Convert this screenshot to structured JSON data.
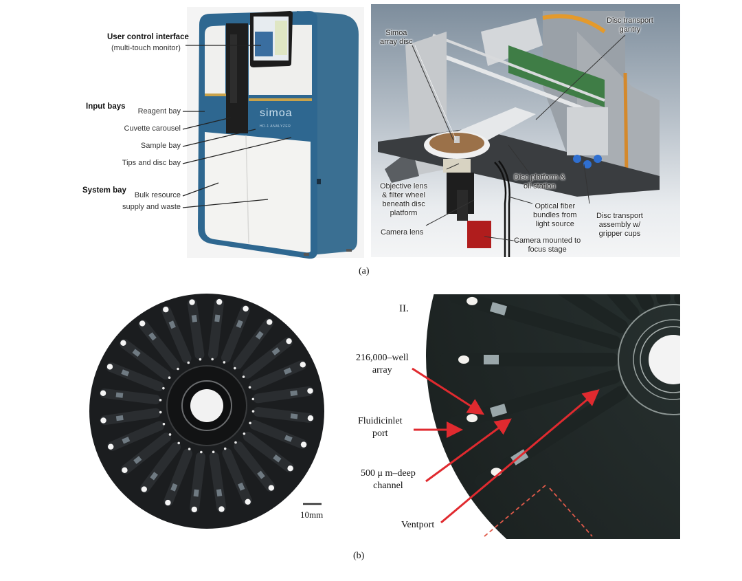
{
  "panel_a": {
    "caption": "(a)",
    "instrument": {
      "brand_logo": "simoa",
      "brand_subtitle": "HD-1 ANALYZER",
      "groups": {
        "input_bays": "Input bays",
        "system_bay": "System bay"
      },
      "labels": {
        "user_control_title": "User control interface",
        "user_control_subtitle": "(multi-touch monitor)",
        "reagent_bay": "Reagent bay",
        "cuvette_carousel": "Cuvette carousel",
        "sample_bay": "Sample bay",
        "tips_disc_bay": "Tips and disc bay",
        "bulk_resource_1": "Bulk resource",
        "bulk_resource_2": "supply and waste"
      },
      "colors": {
        "body": "#2f6b93",
        "panel": "#f2f2f0",
        "accent": "#c9a24a"
      }
    },
    "optics": {
      "labels": {
        "array_disc_1": "Simoa",
        "array_disc_2": "array disc",
        "gantry_1": "Disc transport",
        "gantry_2": "gantry",
        "objective_1": "Objective lens",
        "objective_2": "& filter wheel",
        "objective_3": "beneath disc",
        "objective_4": "platform",
        "camera_lens": "Camera lens",
        "platform_1": "Disc platform &",
        "platform_2": "oil station",
        "fiber_1": "Optical fiber",
        "fiber_2": "bundles from",
        "fiber_3": "light source",
        "assembly_1": "Disc transport",
        "assembly_2": "assembly w/",
        "assembly_3": "gripper cups",
        "camera_1": "Camera mounted to",
        "camera_2": "focus stage"
      }
    }
  },
  "panel_b": {
    "caption": "(b)",
    "disc": {
      "channel_count": 24,
      "scale_bar_label": "10mm"
    },
    "closeup": {
      "numeral": "II.",
      "labels": {
        "array_1": "216,000–well",
        "array_2": "array",
        "inlet_1": "Fluidicinlet",
        "inlet_2": "port",
        "channel_1": "500 μ m–deep",
        "channel_2": "channel",
        "vent": "Ventport"
      },
      "arrow_color": "#e02a2f"
    }
  }
}
